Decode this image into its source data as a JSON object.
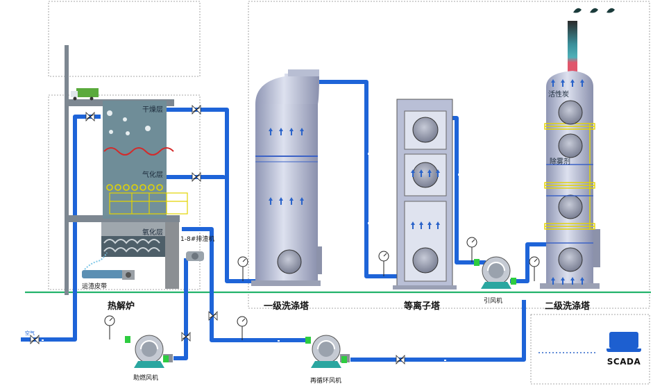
{
  "diagram": {
    "equipment": {
      "pyrolysis_furnace": "热解炉",
      "primary_scrubber": "一级洗涤塔",
      "plasma_tower": "等离子塔",
      "secondary_scrubber": "二级洗涤塔",
      "induced_fan": "引风机",
      "combustion_fan": "助燃风机",
      "recirculation_fan": "再循环风机",
      "slag_conveyor": "运渣皮带",
      "exhaust_fans": "1-8#排渣机"
    },
    "furnace_zones": {
      "drying": "干燥层",
      "gasification": "气化层",
      "oxidation": "氧化层"
    },
    "tower_zones": {
      "activated_carbon": "活性炭",
      "mist_remover": "除雾剂"
    },
    "air_label": "空气",
    "scada_label": "SCADA",
    "colors": {
      "pipe": "#1e64d8",
      "ground": "#22b36b",
      "vessel": "#b9bfd6",
      "furnace": "#6f8d98",
      "valve_green": "#2ecc40",
      "fan_teal": "#2aa6a0",
      "chimney": "#e0566b"
    }
  }
}
